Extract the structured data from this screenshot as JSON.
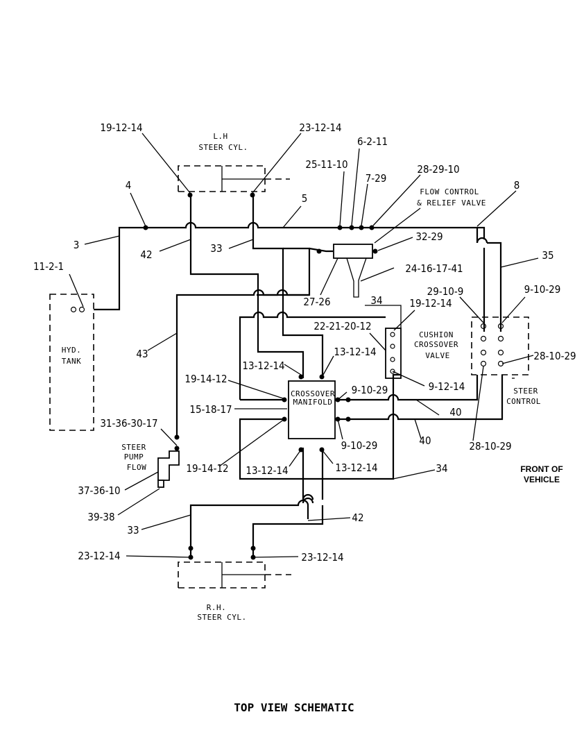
{
  "title": "TOP VIEW SCHEMATIC",
  "components": {
    "lh_cyl_line1": "L.H",
    "lh_cyl_line2": "STEER CYL.",
    "rh_cyl_line1": "R.H.",
    "rh_cyl_line2": "STEER CYL.",
    "tank_line1": "HYD.",
    "tank_line2": "TANK",
    "flow_line1": "FLOW CONTROL",
    "flow_line2": "& RELIEF VALVE",
    "cushion_line1": "CUSHION",
    "cushion_line2": "CROSSOVER",
    "cushion_line3": "VALVE",
    "manifold_line1": "CROSSOVER",
    "manifold_line2": "MANIFOLD",
    "steer_control_line1": "STEER",
    "steer_control_line2": "CONTROL",
    "pump_line1": "STEER",
    "pump_line2": "PUMP",
    "pump_line3": "FLOW",
    "front_line1": "FRONT OF",
    "front_line2": "VEHICLE"
  },
  "callouts": {
    "c_19_12_14_top": "19-12-14",
    "c_23_12_14_top": "23-12-14",
    "c_6_2_11": "6-2-11",
    "c_25_11_10": "25-11-10",
    "c_28_29_10": "28-29-10",
    "c_7_29": "7-29",
    "c_8": "8",
    "c_4": "4",
    "c_5": "5",
    "c_3": "3",
    "c_11_2_1": "11-2-1",
    "c_42_top": "42",
    "c_33_top": "33",
    "c_32_29": "32-29",
    "c_35": "35",
    "c_24_16_17_41": "24-16-17-41",
    "c_27_26": "27-26",
    "c_34_top": "34",
    "c_29_10_9": "29-10-9",
    "c_9_10_29_right": "9-10-29",
    "c_19_12_14_mid": "19-12-14",
    "c_22_21_20_12": "22-21-20-12",
    "c_43": "43",
    "c_13_12_14_a": "13-12-14",
    "c_13_12_14_b": "13-12-14",
    "c_28_10_29_right": "28-10-29",
    "c_19_14_12_a": "19-14-12",
    "c_9_10_29_a": "9-10-29",
    "c_9_12_14": "9-12-14",
    "c_15_18_17": "15-18-17",
    "c_40_a": "40",
    "c_40_b": "40",
    "c_31_36_30_17": "31-36-30-17",
    "c_9_10_29_b": "9-10-29",
    "c_28_10_29_bottom": "28-10-29",
    "c_19_14_12_b": "19-14-12",
    "c_13_12_14_c": "13-12-14",
    "c_13_12_14_d": "13-12-14",
    "c_34_bottom": "34",
    "c_37_36_10": "37-36-10",
    "c_39_38": "39-38",
    "c_33_bottom": "33",
    "c_42_bottom": "42",
    "c_23_12_14_bl": "23-12-14",
    "c_23_12_14_br": "23-12-14"
  }
}
